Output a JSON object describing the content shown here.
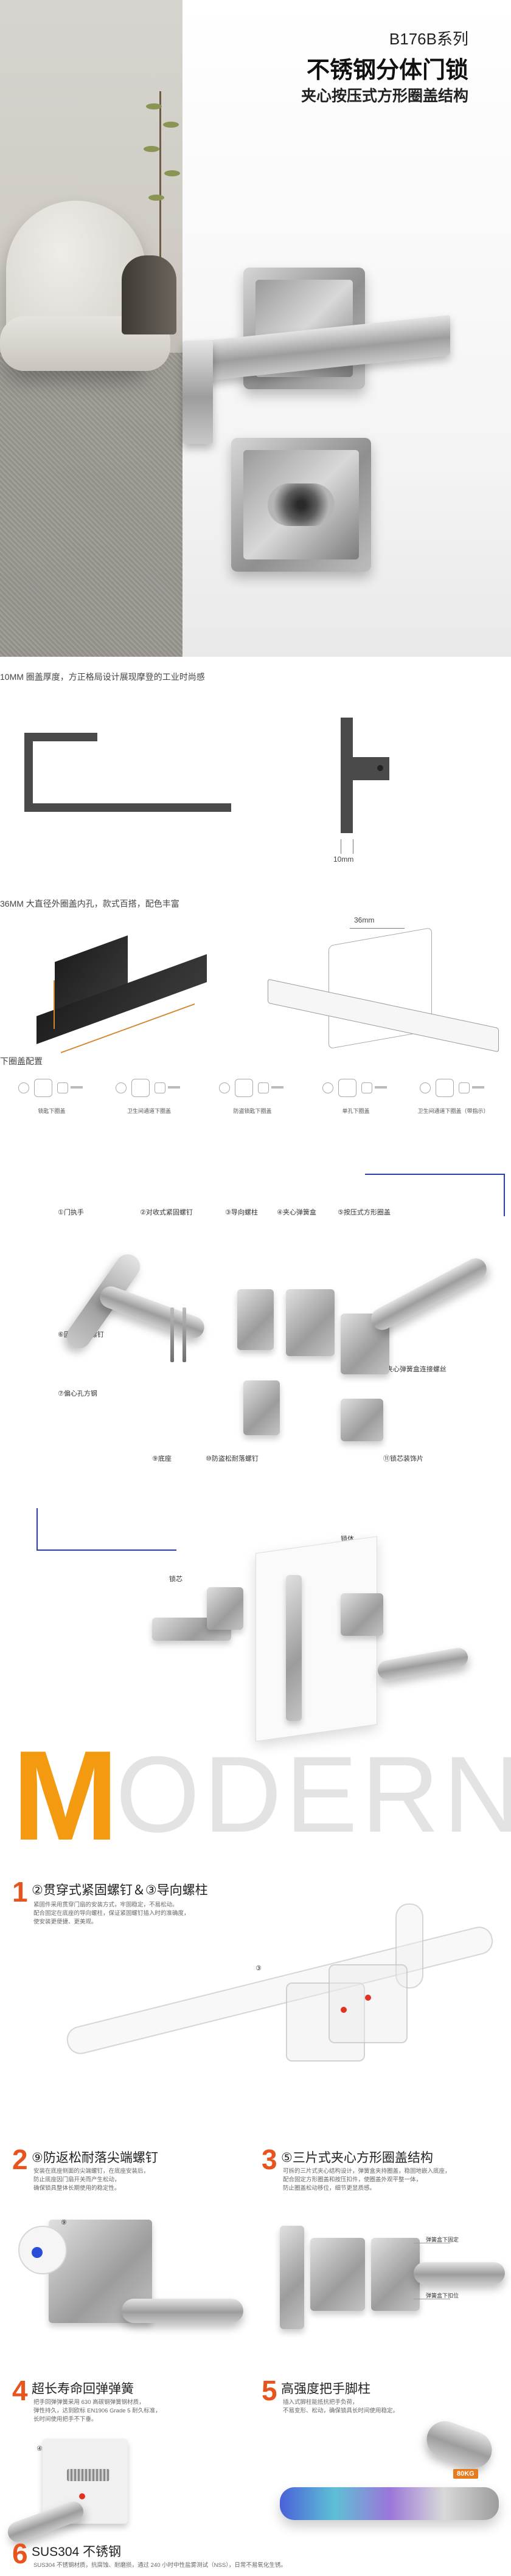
{
  "hero": {
    "series": "B176B系列",
    "title": "不锈钢分体门锁",
    "subtitle": "夹心按压式方形圈盖结构"
  },
  "sections": {
    "s1_caption": "10MM 圈盖厚度，方正格局设计展现摩登的工业时尚感",
    "s1_dim": "10mm",
    "s2_caption": "36MM 大直径外圈盖内孔，款式百搭，配色丰富",
    "s2_dim": "36mm",
    "s3_caption": "下圈盖配置"
  },
  "rose_types": [
    {
      "label": "锁匙下圈盖"
    },
    {
      "label": "卫生间通道下圈盖"
    },
    {
      "label": "防盗锁匙下圈盖"
    },
    {
      "label": "单孔下圈盖"
    },
    {
      "label": "卫生间通道下圈盖（带指示）"
    }
  ],
  "exploded": {
    "labels": {
      "handle": "①门执手",
      "through_bolt": "②对收式紧固螺钉",
      "guide_post": "③导向螺柱",
      "spring": "④夹心弹簧盒",
      "cover": "⑤按压式方形圈盖",
      "fixed_screw": "⑥固定自攻螺钉",
      "square_hole": "⑦偏心孔方钢",
      "spring_box_screw": "⑧夹心弹簧盒连接螺丝",
      "base": "⑨底座",
      "anti_loose": "⑩防盗松耐落螺钉",
      "decor": "⑪锁芯装饰片"
    },
    "lock_body": "锁体",
    "cylinder": "锁芯"
  },
  "modern": {
    "first": "M",
    "rest": "ODERN"
  },
  "features": [
    {
      "num": "1",
      "title": "②贯穿式紧固螺钉＆③导向螺柱",
      "desc": "紧固件采用贯穿门扇的安装方式，牢固稳定，不易松动。\n配合固定在底座的导向螺柱，保证紧固螺钉插入时的准确度，\n使安装更便捷、更美观。",
      "callout": "③"
    },
    {
      "num": "2",
      "title": "⑨防返松耐落尖端螺钉",
      "desc": "安装在底座侧面的尖端螺钉，在底座安装后，\n防止底座因门扇开关而产生松动，\n确保锁具整体长期使用的稳定性。",
      "callout": "⑨"
    },
    {
      "num": "3",
      "title": "⑤三片式夹心方形圈盖结构",
      "desc": "可拆的三片式夹心结构设计，弹簧盒夹持圈盖，稳固地嵌入底座，\n配合固定方形圈盖和按压扣件，使圈盖外观平整一体，\n防止圈盖松动移位，细节更显质感。",
      "callout_a": "弹簧盒下固定",
      "callout_b": "弹簧盒下扣位"
    },
    {
      "num": "4",
      "title": "超长寿命回弹弹簧",
      "desc": "把手回弹弹簧采用 630 高碳钢弹簧钢材质，\n弹性持久，达到欧标 EN1906 Grade 5 耐久标准，\n长时间使用把手不下垂。",
      "callout": "④"
    },
    {
      "num": "5",
      "title": "高强度把手脚柱",
      "desc": "插入式脚柱能抵抗把手负荷，\n不易变形、松动，确保锁具长时间使用稳定。",
      "badge": "80KG"
    },
    {
      "num": "6",
      "title": "SUS304 不锈钢",
      "desc": "SUS304 不锈钢材质，抗腐蚀、耐磨损，通过 240 小时中性盐雾测试（NSS），日常不易氧化生锈。"
    }
  ]
}
